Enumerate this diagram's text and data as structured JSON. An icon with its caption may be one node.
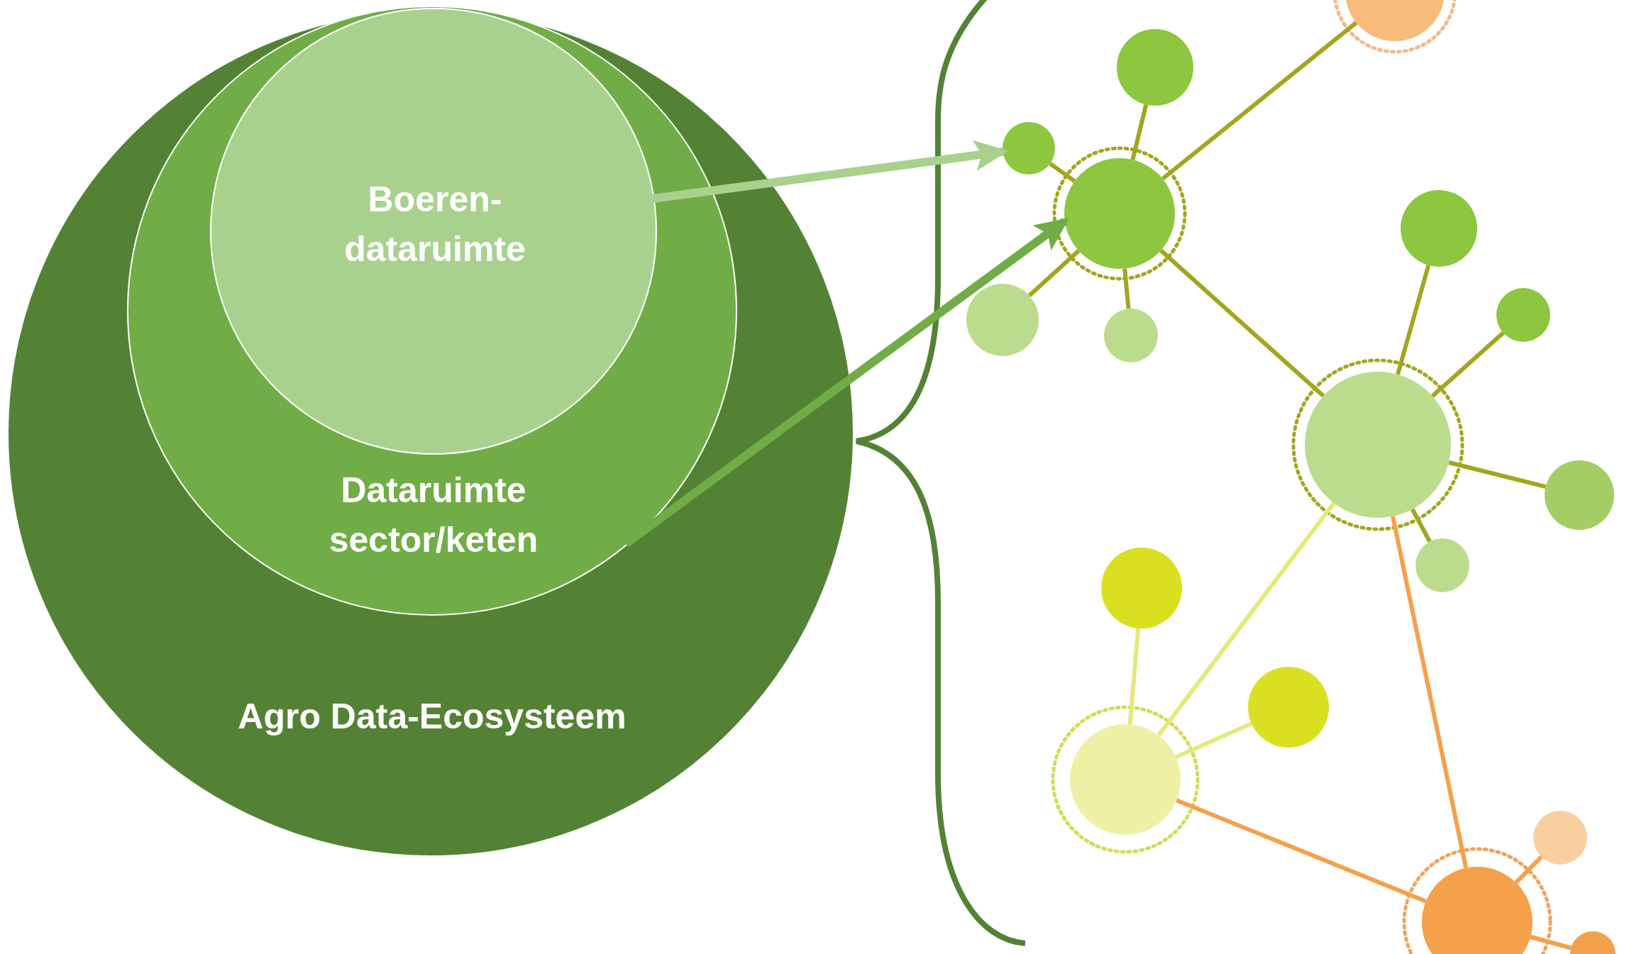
{
  "diagram": {
    "nodes": [
      {
        "text": [
          "Agro Data-Ecosysteem"
        ]
      },
      {
        "text": [
          "Dataruimte sector/keten"
        ],
        "in": 0
      },
      {
        "text": [
          "Boeren- dataruimte"
        ],
        "in": 1
      },
      {
        "text": [],
        "shape": "circle"
      },
      {
        "text": [],
        "shape": "circle"
      },
      {
        "text": [],
        "shape": "circle"
      },
      {
        "text": [],
        "shape": "circle"
      },
      {
        "text": [],
        "shape": "circle"
      },
      {
        "text": [],
        "shape": "circle"
      },
      {
        "text": [],
        "shape": "circle"
      },
      {
        "text": [],
        "shape": "circle"
      },
      {
        "text": [],
        "shape": "circle"
      },
      {
        "text": [],
        "shape": "circle"
      },
      {
        "text": [],
        "shape": "circle"
      },
      {
        "text": [],
        "shape": "circle"
      },
      {
        "text": [],
        "shape": "circle"
      },
      {
        "text": [],
        "shape": "circle"
      },
      {
        "text": [],
        "shape": "circle"
      },
      {
        "text": [],
        "shape": "circle"
      },
      {
        "text": [],
        "shape": "circle"
      }
    ],
    "edges": [
      {
        "from": 2,
        "to": 3,
        "arrow": "to",
        "style": "thick",
        "color": "#a9d18e"
      },
      {
        "from": 1,
        "to": 4,
        "arrow": "to",
        "style": "thick",
        "color": "#70ad47"
      },
      {
        "from": 4,
        "to": 3,
        "arrow": "none"
      },
      {
        "from": 4,
        "to": 5,
        "arrow": "none"
      },
      {
        "from": 4,
        "to": 6,
        "arrow": "none"
      },
      {
        "from": 4,
        "to": 7,
        "arrow": "none"
      },
      {
        "from": 4,
        "to": 8,
        "arrow": "none"
      },
      {
        "from": 4,
        "to": 9,
        "arrow": "none"
      },
      {
        "from": 9,
        "to": 10,
        "arrow": "none"
      },
      {
        "from": 9,
        "to": 11,
        "arrow": "none"
      },
      {
        "from": 9,
        "to": 12,
        "arrow": "none"
      },
      {
        "from": 9,
        "to": 13,
        "arrow": "none"
      },
      {
        "from": 9,
        "to": 16,
        "arrow": "none",
        "color": "#e3ea7a"
      },
      {
        "from": 9,
        "to": 17,
        "arrow": "none",
        "color": "#f5a04a"
      },
      {
        "from": 16,
        "to": 14,
        "arrow": "none",
        "color": "#e3ea7a"
      },
      {
        "from": 16,
        "to": 15,
        "arrow": "none",
        "color": "#e3ea7a"
      },
      {
        "from": 16,
        "to": 17,
        "arrow": "none",
        "color": "#f5a04a"
      },
      {
        "from": 17,
        "to": 18,
        "arrow": "none",
        "color": "#f5a04a"
      },
      {
        "from": 17,
        "to": 19,
        "arrow": "none",
        "color": "#f5a04a"
      }
    ]
  }
}
